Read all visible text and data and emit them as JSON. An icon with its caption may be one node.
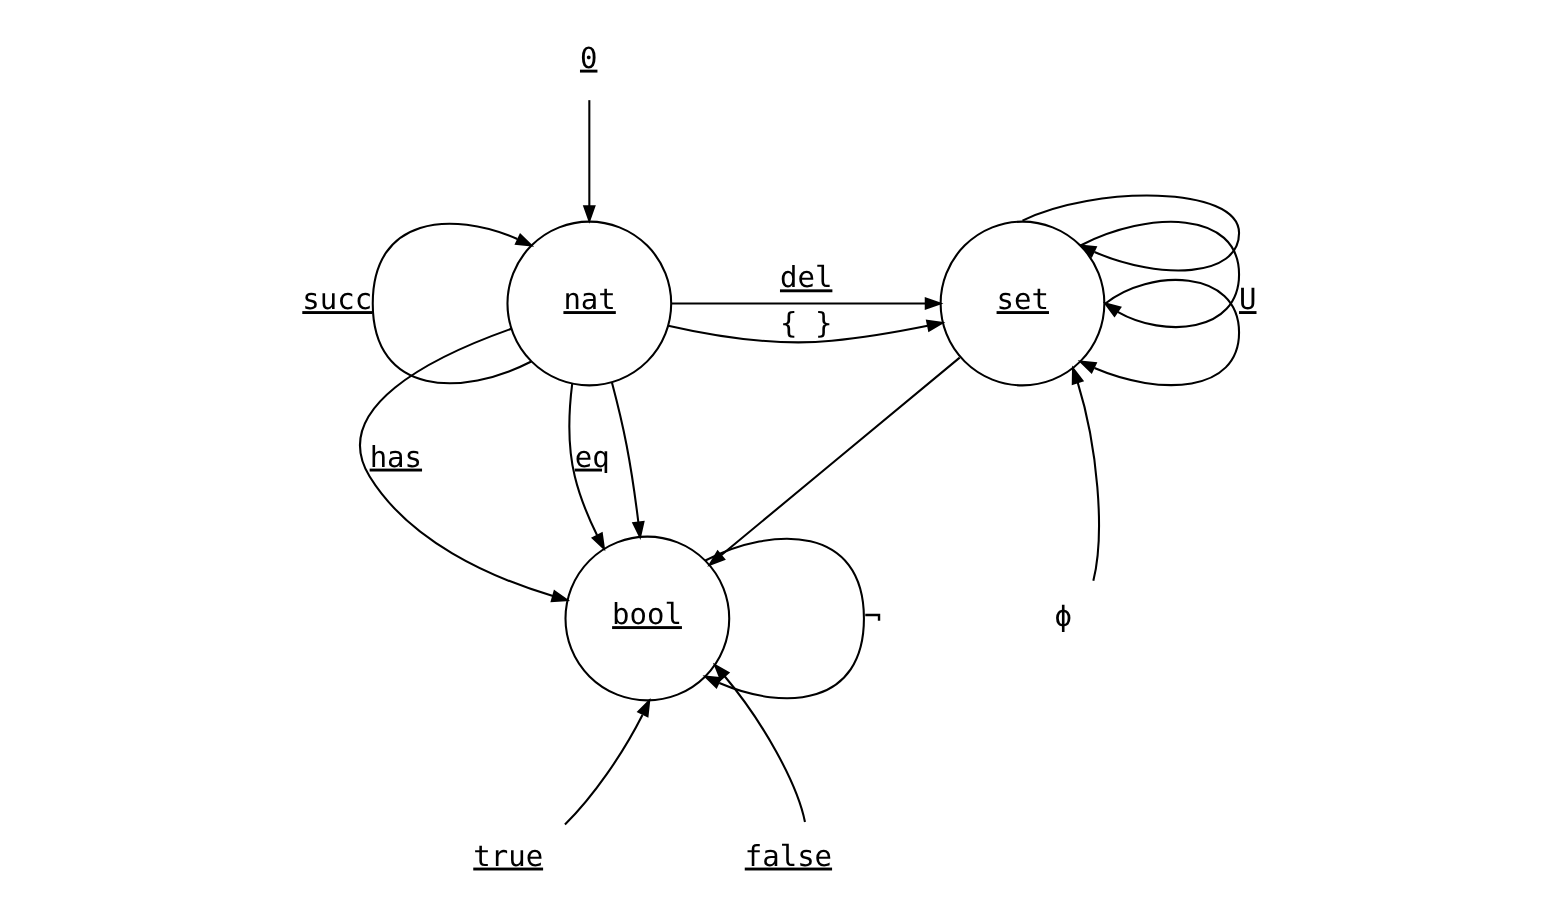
{
  "diagram": {
    "nodes": [
      {
        "text": [
          "0"
        ]
      },
      {
        "text": [
          "nat"
        ]
      },
      {
        "text": [
          "set"
        ]
      },
      {
        "text": [
          "bool"
        ]
      },
      {
        "text": [
          "ϕ"
        ]
      },
      {
        "text": [
          "true"
        ]
      },
      {
        "text": [
          "false"
        ]
      }
    ],
    "edges": [
      {
        "from": 0,
        "to": 1,
        "arrow": "to"
      },
      {
        "from": 1,
        "to": 1,
        "arrow": "to",
        "label": "succ"
      },
      {
        "from": 1,
        "to": 2,
        "arrow": "to",
        "label": "del"
      },
      {
        "from": 2,
        "to": 2,
        "arrow": "to"
      },
      {
        "from": 1,
        "to": 2,
        "arrow": "to",
        "label": "{ }"
      },
      {
        "from": 2,
        "to": 2,
        "arrow": "to",
        "label": "U"
      },
      {
        "from": 2,
        "to": 2,
        "arrow": "to"
      },
      {
        "from": 4,
        "to": 2,
        "arrow": "to"
      },
      {
        "from": 1,
        "to": 3,
        "arrow": "to",
        "label": "has"
      },
      {
        "from": 2,
        "to": 3,
        "arrow": "to"
      },
      {
        "from": 1,
        "to": 3,
        "arrow": "to",
        "label": "eq"
      },
      {
        "from": 1,
        "to": 3,
        "arrow": "to"
      },
      {
        "from": 3,
        "to": 3,
        "arrow": "to",
        "label": "¬"
      },
      {
        "from": 5,
        "to": 3,
        "arrow": "to"
      },
      {
        "from": 6,
        "to": 3,
        "arrow": "to"
      }
    ]
  }
}
